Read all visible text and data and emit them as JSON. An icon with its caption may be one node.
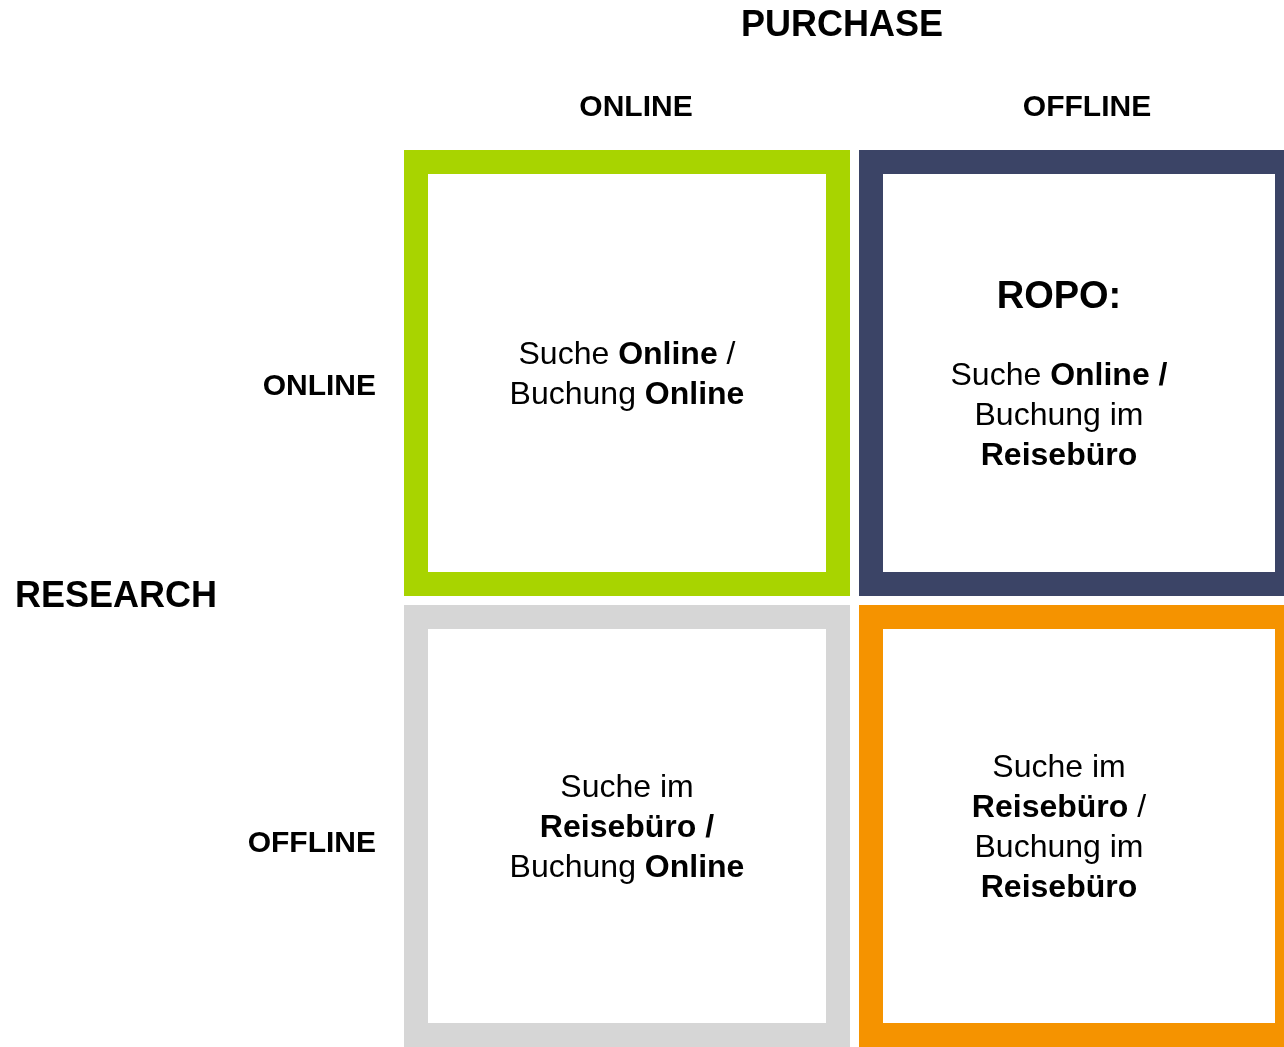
{
  "diagram": {
    "nodes": [
      {
        "text": [
          "Suche **Online** / Buchung **Online**"
        ]
      },
      {
        "text": [
          "ROPO:",
          "Suche **Online /** Buchung im **Reisebüro**"
        ]
      },
      {
        "text": [
          "Suche im **Reisebüro /** Buchung **Online**"
        ]
      },
      {
        "text": [
          "Suche im **Reisebüro** / Buchung im **Reisebüro**"
        ]
      }
    ],
    "labels": [
      "PURCHASE",
      "ONLINE",
      "OFFLINE",
      "ONLINE",
      "RESEARCH",
      "OFFLINE"
    ]
  }
}
